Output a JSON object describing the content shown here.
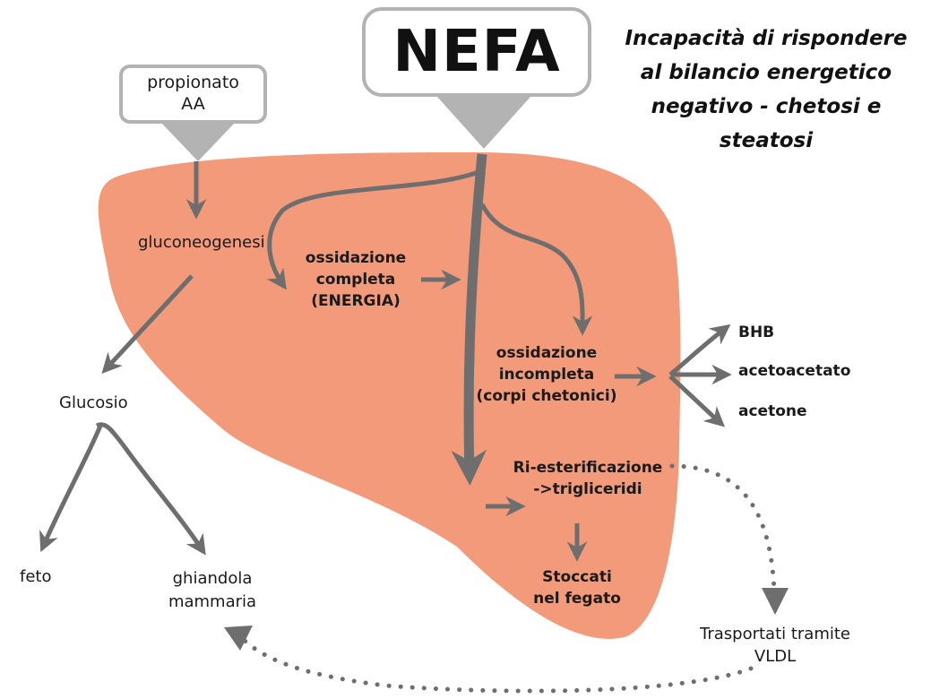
{
  "nefa": "NEFA",
  "source_box": {
    "line1": "propionato",
    "line2": "AA"
  },
  "side_note": "Incapacità di rispondere al bilancio energetico negativo - chetosi e steatosi",
  "liver": {
    "gluconeogenesis": "gluconeogenesi",
    "complete_oxidation": "ossidazione\ncompleta\n(ENERGIA)",
    "incomplete_oxidation": "ossidazione\nincompleta\n(corpi chetonici)",
    "reesterification": "Ri-esterificazione\n->trigliceridi",
    "stored": "Stoccati\nnel fegato"
  },
  "ketone_bodies": [
    "BHB",
    "acetoacetato",
    "acetone"
  ],
  "glucose": {
    "label": "Glucosio",
    "targets": [
      "feto",
      "ghiandola\nmammaria"
    ]
  },
  "vldl": "Trasportati tramite\nVLDL",
  "colors": {
    "liver": "#f29a7a",
    "arrow": "#6e6e6e",
    "box_border": "#b3b3b3",
    "pointer": "#b3b3b3",
    "text": "#1a1a1a"
  }
}
